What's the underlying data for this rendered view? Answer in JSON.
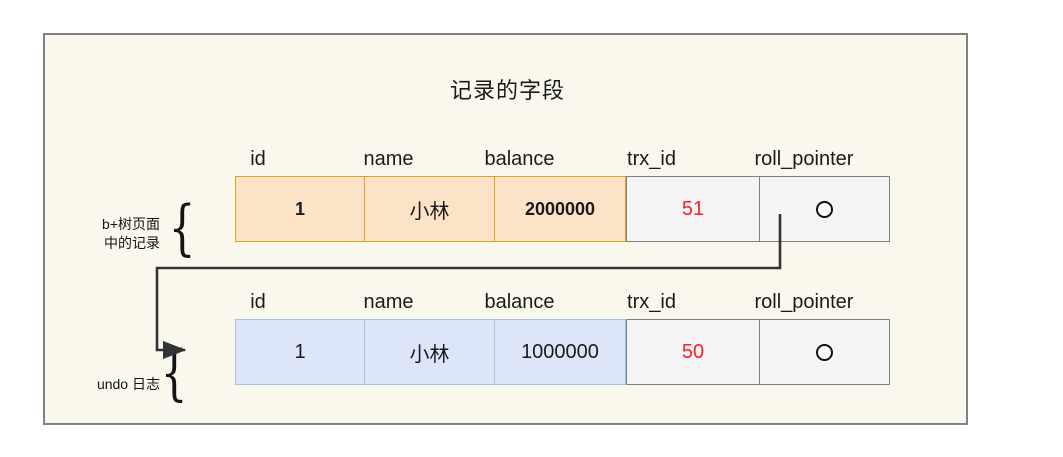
{
  "title": "记录的字段",
  "columns": [
    "id",
    "name",
    "balance",
    "trx_id",
    "roll_pointer"
  ],
  "record_table": {
    "name": "b+树页面中的记录",
    "id": "1",
    "name_value": "小林",
    "balance": "2000000",
    "trx_id": "51",
    "roll_pointer": "pointer-circle-icon"
  },
  "undo_table": {
    "name": "undo 日志",
    "id": "1",
    "name_value": "小林",
    "balance": "1000000",
    "trx_id": "50",
    "roll_pointer": "pointer-circle-icon"
  },
  "labels": {
    "btree_line1": "b+树页面",
    "btree_line2": "中的记录",
    "undo": "undo 日志",
    "brace_glyph": "{"
  },
  "colors": {
    "panel_bg": "#faf8ec",
    "panel_border": "#828282",
    "record_cell_bg": "#fce3c8",
    "record_cell_border": "#d6a726",
    "undo_cell_bg": "#dce6f8",
    "undo_cell_border": "#a9c2e3",
    "system_cell_bg": "#f4f4f6",
    "system_cell_border": "#808080",
    "trx_id_text": "#fb2020",
    "connector": "#333333"
  }
}
